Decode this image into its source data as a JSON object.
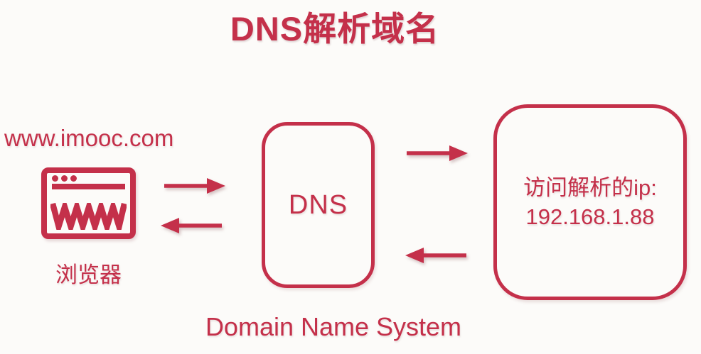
{
  "colors": {
    "accent": "#c4304a",
    "background": "#fcfbf9"
  },
  "title": "DNS解析域名",
  "browser": {
    "domain_label": "www.imooc.com",
    "caption": "浏览器"
  },
  "dns": {
    "box_label": "DNS",
    "caption": "Domain Name System"
  },
  "result": {
    "line1": "访问解析的ip:",
    "line2": "192.168.1.88"
  },
  "icons": {
    "browser": "browser-window-icon",
    "request_arrow": "arrow-right-icon",
    "response_arrow": "arrow-left-icon"
  }
}
